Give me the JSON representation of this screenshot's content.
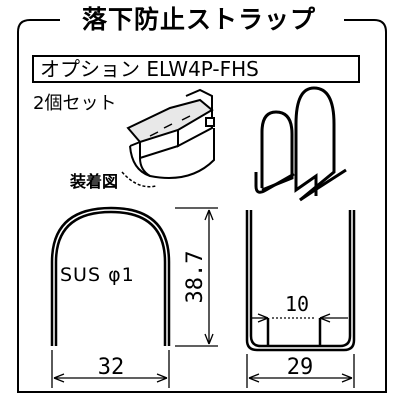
{
  "title": "落下防止ストラップ",
  "option_label": "オプション ELW4P-FHS",
  "quantity_note": "2個セット",
  "install_label": "装着図",
  "material_spec": "SUS φ1",
  "dimensions": {
    "height": "38.7",
    "width_front": "32",
    "width_side": "29",
    "inner_width": "10"
  }
}
